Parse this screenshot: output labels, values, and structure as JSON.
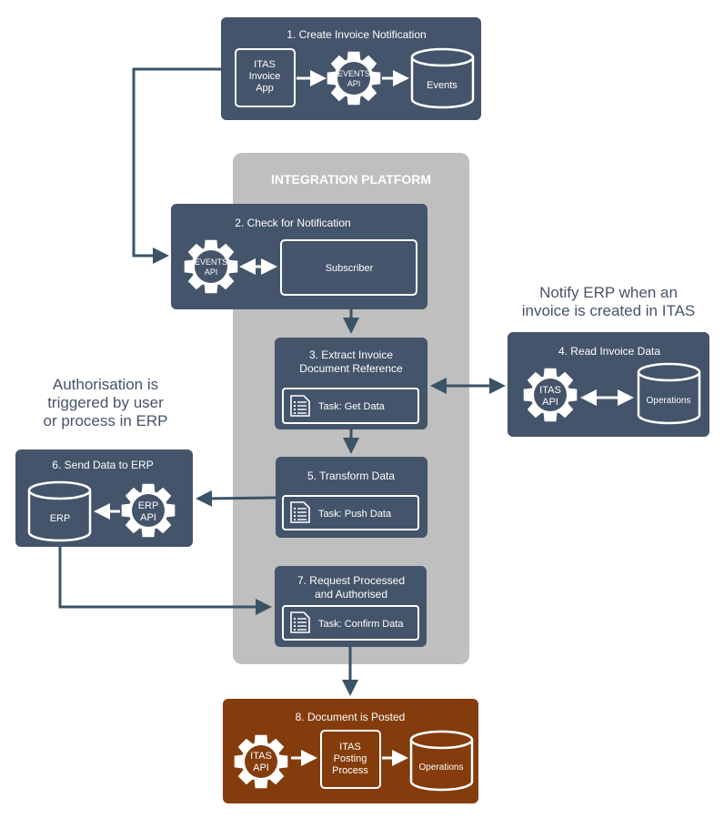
{
  "platform": {
    "title": "INTEGRATION PLATFORM"
  },
  "colors": {
    "node": "#44546a",
    "posted": "#843c0c",
    "platform": "#bfbfbf",
    "connector": "#3a5366",
    "note_text": "#44546a"
  },
  "steps": {
    "s1": {
      "title": "1. Create Invoice Notification",
      "app_lines": [
        "ITAS",
        "Invoice",
        "App"
      ],
      "api_lines": [
        "EVENTS",
        "API"
      ],
      "store": "Events"
    },
    "s2": {
      "title": "2. Check for Notification",
      "api_lines": [
        "EVENTS",
        "API"
      ],
      "subscriber": "Subscriber"
    },
    "s3": {
      "title_lines": [
        "3. Extract Invoice",
        "Document Reference"
      ],
      "task": "Task: Get Data"
    },
    "s4": {
      "title": "4. Read Invoice Data",
      "api_lines": [
        "ITAS",
        "API"
      ],
      "store": "Operations"
    },
    "s5": {
      "title": "5. Transform Data",
      "task": "Task: Push Data"
    },
    "s6": {
      "title": "6. Send Data to ERP",
      "api_lines": [
        "ERP",
        "API"
      ],
      "store": "ERP"
    },
    "s7": {
      "title_lines": [
        "7. Request Processed",
        "and Authorised"
      ],
      "task": "Task: Confirm Data"
    },
    "s8": {
      "title": "8. Document is Posted",
      "api_lines": [
        "ITAS",
        "API"
      ],
      "process_lines": [
        "ITAS",
        "Posting",
        "Process"
      ],
      "store": "Operations"
    }
  },
  "notes": {
    "notify": [
      "Notify ERP when an",
      "invoice is created in ITAS"
    ],
    "auth": [
      "Authorisation is",
      "triggered by user",
      "or process in ERP"
    ]
  },
  "icons": {
    "gear": "gear-icon",
    "database": "database-icon",
    "document": "document-list-icon"
  }
}
